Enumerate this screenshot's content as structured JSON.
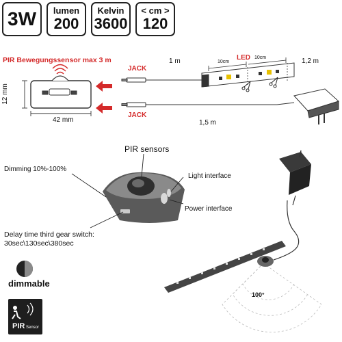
{
  "badges": {
    "power": "3W",
    "lumen_label": "lumen",
    "lumen_value": "200",
    "kelvin_label": "Kelvin",
    "kelvin_value": "3600",
    "cm_label": "< cm >",
    "cm_value": "120"
  },
  "top_diagram": {
    "sensor_title": "PIR Bewegungssensor max 3 m",
    "dim_height": "12 mm",
    "dim_width": "42 mm",
    "jack_top": "JACK",
    "jack_bottom": "JACK",
    "cable_top": "1 m",
    "cable_bottom": "1,5 m",
    "led_label": "LED",
    "segment_1": "10cm",
    "segment_2": "10cm",
    "strip_length": "1,2 m"
  },
  "bottom_diagram": {
    "pir_sensors": "PIR sensors",
    "dimming": "Dimming 10%-100%",
    "light_interface": "Light interface",
    "power_interface": "Power interface",
    "delay_line1": "Delay time third gear switch:",
    "delay_line2": "30sec\\130sec\\380sec",
    "angle": "100°"
  },
  "icons": {
    "dimmable": "dimmable",
    "pir": "PIR",
    "pir_sub": "Sensor"
  },
  "colors": {
    "accent_red": "#d42a2a",
    "dark": "#222222"
  }
}
